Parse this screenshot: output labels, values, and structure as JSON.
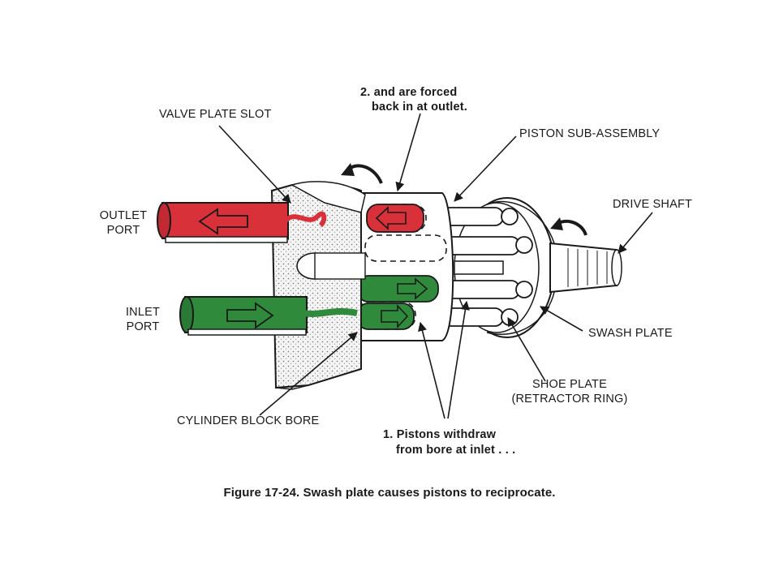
{
  "labels": {
    "valve_plate_slot": "VALVE PLATE SLOT",
    "forced_back_line1": "2. and are forced",
    "forced_back_line2": "back in at outlet.",
    "piston_sub_assembly": "PISTON SUB-ASSEMBLY",
    "drive_shaft": "DRIVE SHAFT",
    "outlet_port_line1": "OUTLET",
    "outlet_port_line2": "PORT",
    "inlet_port_line1": "INLET",
    "inlet_port_line2": "PORT",
    "swash_plate": "SWASH PLATE",
    "shoe_plate_line1": "SHOE PLATE",
    "shoe_plate_line2": "(RETRACTOR RING)",
    "cylinder_block_bore": "CYLINDER BLOCK BORE",
    "pistons_withdraw_line1": "1. Pistons withdraw",
    "pistons_withdraw_line2": "from bore at inlet . . ."
  },
  "caption": "Figure 17-24. Swash plate causes pistons to reciprocate.",
  "colors": {
    "outlet_fluid": "#d9313a",
    "inlet_fluid": "#2f8a3c",
    "line": "#1a1a1a",
    "stipple": "#8a8a8a"
  }
}
